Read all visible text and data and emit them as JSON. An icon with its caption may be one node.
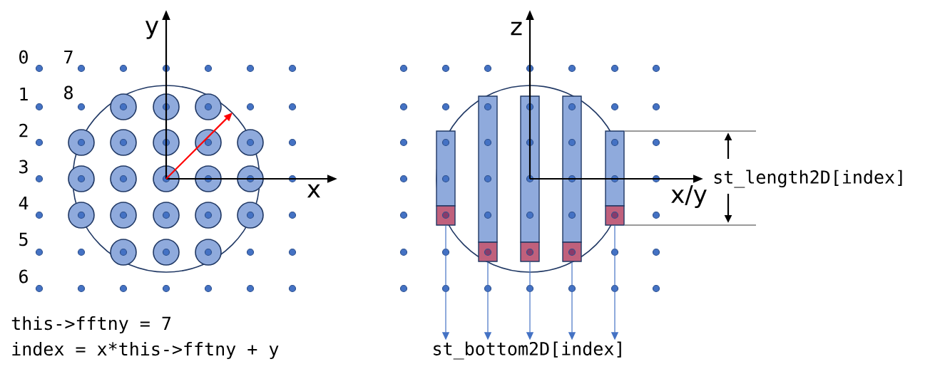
{
  "diagram": {
    "nodes": [
      {
        "text": [],
        "shape": "box"
      },
      {
        "text": [],
        "shape": "box"
      },
      {
        "text": [],
        "shape": "box"
      },
      {
        "text": [],
        "shape": "box"
      },
      {
        "text": [],
        "shape": "box"
      },
      {
        "text": [
          "st_bottom2D[index]"
        ]
      }
    ],
    "edges": [
      {
        "from": 0,
        "to": 5,
        "arrow": "to"
      },
      {
        "from": 1,
        "to": 5,
        "arrow": "to"
      },
      {
        "from": 2,
        "to": 5,
        "arrow": "to"
      },
      {
        "from": 3,
        "to": 5,
        "arrow": "to"
      },
      {
        "from": 4,
        "to": 5,
        "arrow": "to"
      }
    ],
    "labels": [
      "0",
      "7",
      "1",
      "8",
      "2",
      "3",
      "4",
      "5",
      "6",
      "y",
      "x",
      "this->fftny = 7",
      "index = x*this->fftny + y",
      "z",
      "x/y",
      "st_length2D[index]"
    ]
  }
}
